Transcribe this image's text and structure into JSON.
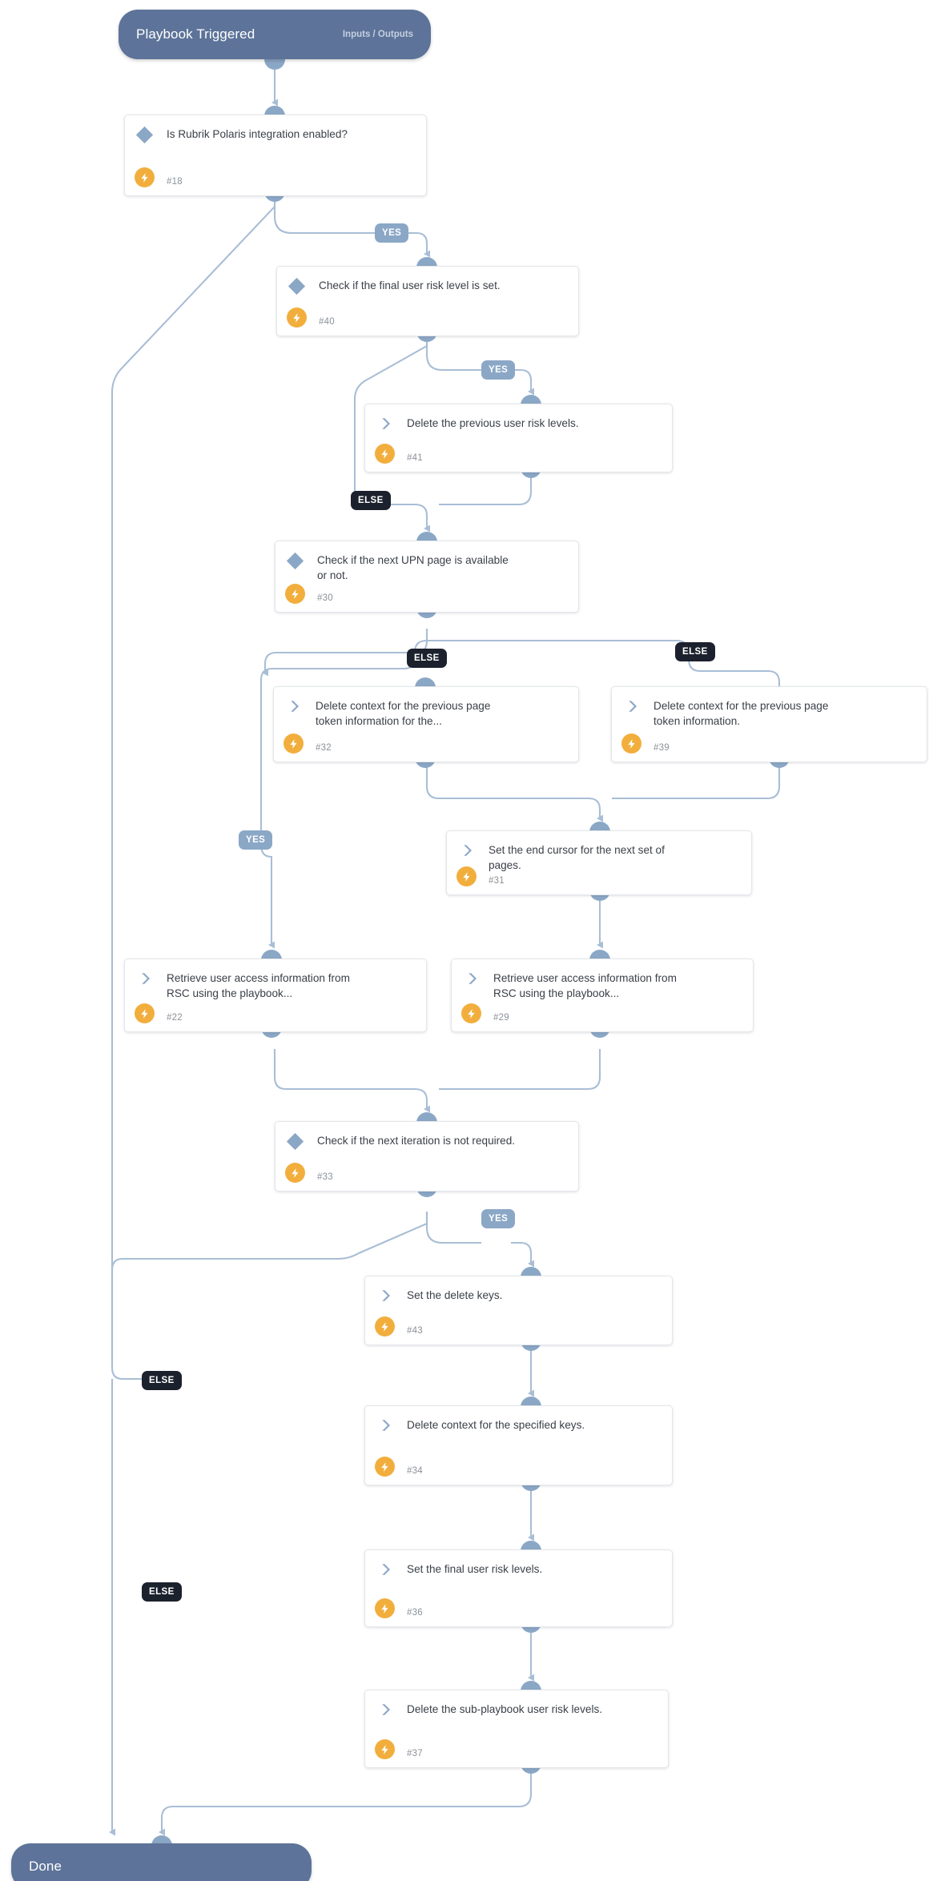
{
  "diagram": {
    "type": "playbook-flowchart",
    "background": "#ffffff",
    "colors": {
      "terminal": "#5d7399",
      "edge": "#a9bed5",
      "port": "#8ba7c6",
      "yes_badge": "#8ba7c6",
      "else_badge": "#1b212d",
      "automation_badge": "#f2ae3c",
      "card_border": "#e3e6ea",
      "title_text": "#3a3f47",
      "id_text": "#8b9097"
    },
    "start": {
      "title": "Playbook Triggered",
      "meta": "Inputs / Outputs"
    },
    "end": {
      "title": "Done"
    },
    "branch_labels": [
      {
        "id": "b1",
        "text": "YES",
        "kind": "yes"
      },
      {
        "id": "b2",
        "text": "YES",
        "kind": "yes"
      },
      {
        "id": "b3",
        "text": "ELSE",
        "kind": "else"
      },
      {
        "id": "b4",
        "text": "ELSE",
        "kind": "else"
      },
      {
        "id": "b5",
        "text": "ELSE",
        "kind": "else"
      },
      {
        "id": "b6",
        "text": "YES",
        "kind": "yes"
      },
      {
        "id": "b7",
        "text": "YES",
        "kind": "yes"
      },
      {
        "id": "b8",
        "text": "ELSE",
        "kind": "else"
      },
      {
        "id": "b9",
        "text": "ELSE",
        "kind": "else"
      }
    ],
    "nodes": [
      {
        "id": "n18",
        "task_id": "#18",
        "title": "Is Rubrik Polaris integration enabled?",
        "icon": "diamond-icon",
        "badge": "automation-bolt-icon",
        "kind": "condition"
      },
      {
        "id": "n40",
        "task_id": "#40",
        "title": "Check if the final user risk level is set.",
        "icon": "diamond-icon",
        "badge": "automation-bolt-icon",
        "kind": "condition"
      },
      {
        "id": "n41",
        "task_id": "#41",
        "title": "Delete the previous user risk levels.",
        "icon": "chevron-icon",
        "badge": "automation-bolt-icon",
        "kind": "task"
      },
      {
        "id": "n30",
        "task_id": "#30",
        "title": "Check if the next UPN page is available or not.",
        "icon": "diamond-icon",
        "badge": "automation-bolt-icon",
        "kind": "condition"
      },
      {
        "id": "n32",
        "task_id": "#32",
        "title": "Delete context for the previous page token information for the...",
        "icon": "chevron-icon",
        "badge": "automation-bolt-icon",
        "kind": "task"
      },
      {
        "id": "n39",
        "task_id": "#39",
        "title": "Delete context for the previous page token information.",
        "icon": "chevron-icon",
        "badge": "automation-bolt-icon",
        "kind": "task"
      },
      {
        "id": "n31",
        "task_id": "#31",
        "title": "Set the end cursor for the next set of pages.",
        "icon": "chevron-icon",
        "badge": "automation-bolt-icon",
        "kind": "task"
      },
      {
        "id": "n22",
        "task_id": "#22",
        "title": "Retrieve user access information from RSC using the playbook...",
        "icon": "chevron-icon",
        "badge": "automation-bolt-icon",
        "kind": "task"
      },
      {
        "id": "n29",
        "task_id": "#29",
        "title": "Retrieve user access information from RSC using the playbook...",
        "icon": "chevron-icon",
        "badge": "automation-bolt-icon",
        "kind": "task"
      },
      {
        "id": "n33",
        "task_id": "#33",
        "title": "Check if the next iteration is not required.",
        "icon": "diamond-icon",
        "badge": "automation-bolt-icon",
        "kind": "condition"
      },
      {
        "id": "n43",
        "task_id": "#43",
        "title": "Set the delete keys.",
        "icon": "chevron-icon",
        "badge": "automation-bolt-icon",
        "kind": "task"
      },
      {
        "id": "n34",
        "task_id": "#34",
        "title": "Delete context for the specified keys.",
        "icon": "chevron-icon",
        "badge": "automation-bolt-icon",
        "kind": "task"
      },
      {
        "id": "n36",
        "task_id": "#36",
        "title": "Set the final user risk levels.",
        "icon": "chevron-icon",
        "badge": "automation-bolt-icon",
        "kind": "task"
      },
      {
        "id": "n37",
        "task_id": "#37",
        "title": "Delete the sub-playbook user risk levels.",
        "icon": "chevron-icon",
        "badge": "automation-bolt-icon",
        "kind": "task"
      }
    ]
  }
}
